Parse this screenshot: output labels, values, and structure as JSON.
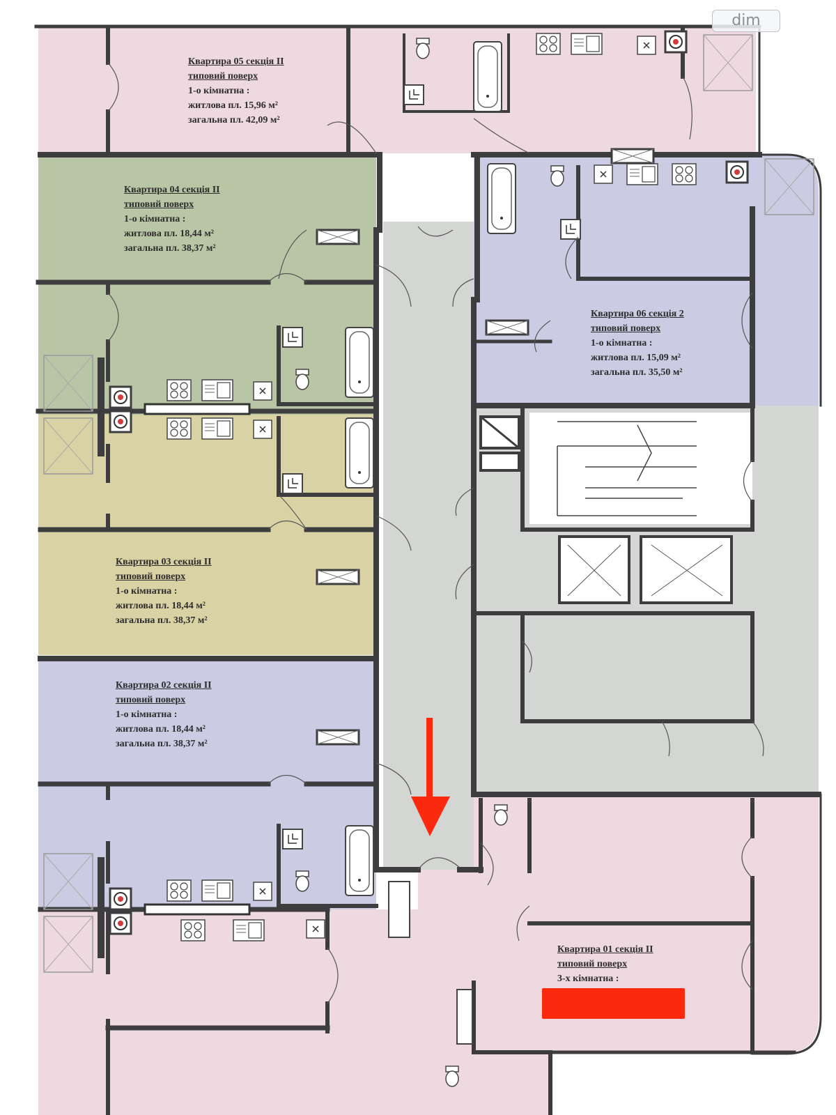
{
  "watermark": "dim",
  "colors": {
    "pink": "#efd9e0",
    "green": "#b9c6a6",
    "olive": "#d9d2a4",
    "lavender": "#cbcbe4",
    "corridor": "#d4d6d3",
    "wall": "#3d3d3f",
    "arrow": "#fb2a0f"
  },
  "apartments": [
    {
      "title": "Квартира 05 секція II",
      "floor": "типовий поверх",
      "rooms": "1-о кімнатна :",
      "living": "житлова пл. 15,96 м²",
      "total": "загальна пл. 42,09 м²"
    },
    {
      "title": "Квартира 04 секція II",
      "floor": "типовий поверх",
      "rooms": "1-о кімнатна :",
      "living": "житлова пл. 18,44 м²",
      "total": "загальна пл. 38,37 м²"
    },
    {
      "title": "Квартира 06 секція 2",
      "floor": "типовий поверх",
      "rooms": "1-о кімнатна :",
      "living": "житлова пл. 15,09 м²",
      "total": "загальна пл. 35,50 м²"
    },
    {
      "title": "Квартира 03 секція II",
      "floor": "типовий поверх",
      "rooms": "1-о кімнатна :",
      "living": "житлова пл. 18,44 м²",
      "total": "загальна пл. 38,37 м²"
    },
    {
      "title": "Квартира 02 секція II",
      "floor": "типовий поверх",
      "rooms": "1-о кімнатна :",
      "living": "житлова пл. 18,44 м²",
      "total": "загальна пл. 38,37 м²"
    },
    {
      "title": "Квартира 01 секція II",
      "floor": "типовий поверх",
      "rooms": "3-х кімнатна :"
    }
  ],
  "arrow_marker": "red-down-arrow",
  "redaction": "red-redaction-bar"
}
